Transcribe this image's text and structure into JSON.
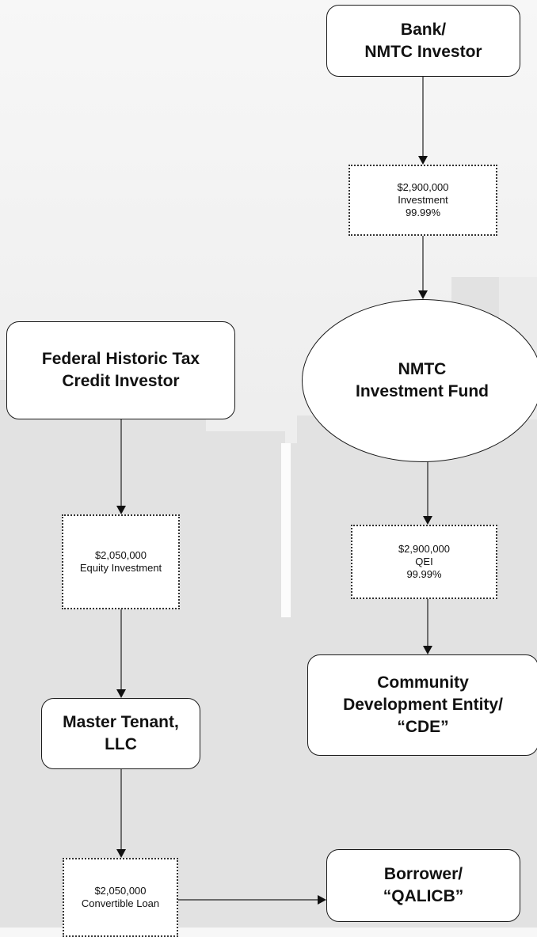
{
  "nodes": {
    "bank": {
      "line1": "Bank/",
      "line2": "NMTC Investor"
    },
    "fhtc_investor": {
      "line1": "Federal Historic Tax",
      "line2": "Credit Investor"
    },
    "nmtc_fund": {
      "line1": "NMTC",
      "line2": "Investment Fund"
    },
    "master_tenant": {
      "line1": "Master Tenant,",
      "line2": "LLC"
    },
    "cde": {
      "line1": "Community",
      "line2": "Development Entity/",
      "line3": "“CDE”"
    },
    "borrower": {
      "line1": "Borrower/",
      "line2": "“QALICB”"
    }
  },
  "flows": {
    "bank_investment": {
      "amount": "$2,900,000",
      "label": "Investment",
      "percent": "99.99%"
    },
    "fund_qei": {
      "amount": "$2,900,000",
      "label": "QEI",
      "percent": "99.99%"
    },
    "historic_equity": {
      "amount": "$2,050,000",
      "label": "Equity Investment"
    },
    "convertible_loan": {
      "amount": "$2,050,000",
      "label": "Convertible Loan"
    }
  }
}
